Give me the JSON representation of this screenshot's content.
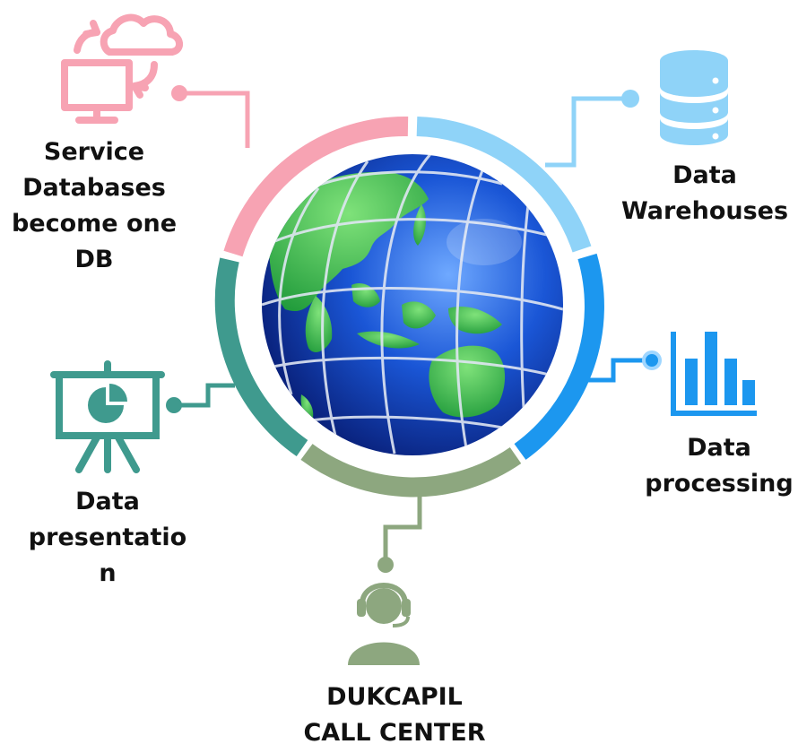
{
  "nodes": {
    "service": {
      "lines": [
        "Service",
        "Databases",
        "become one",
        "DB"
      ],
      "color": "#f7a3b3"
    },
    "warehouse": {
      "lines": [
        "Data",
        "Warehouses"
      ],
      "color": "#8fd3f8"
    },
    "processing": {
      "lines": [
        "Data",
        "processing"
      ],
      "color": "#1c97ef"
    },
    "callcenter": {
      "lines": [
        "DUKCAPIL",
        "CALL CENTER"
      ],
      "color": "#8da77f"
    },
    "presentation": {
      "lines": [
        "Data",
        "presentatio",
        "n"
      ],
      "color": "#3f9a8e"
    }
  },
  "center": {
    "icon": "globe-icon"
  }
}
